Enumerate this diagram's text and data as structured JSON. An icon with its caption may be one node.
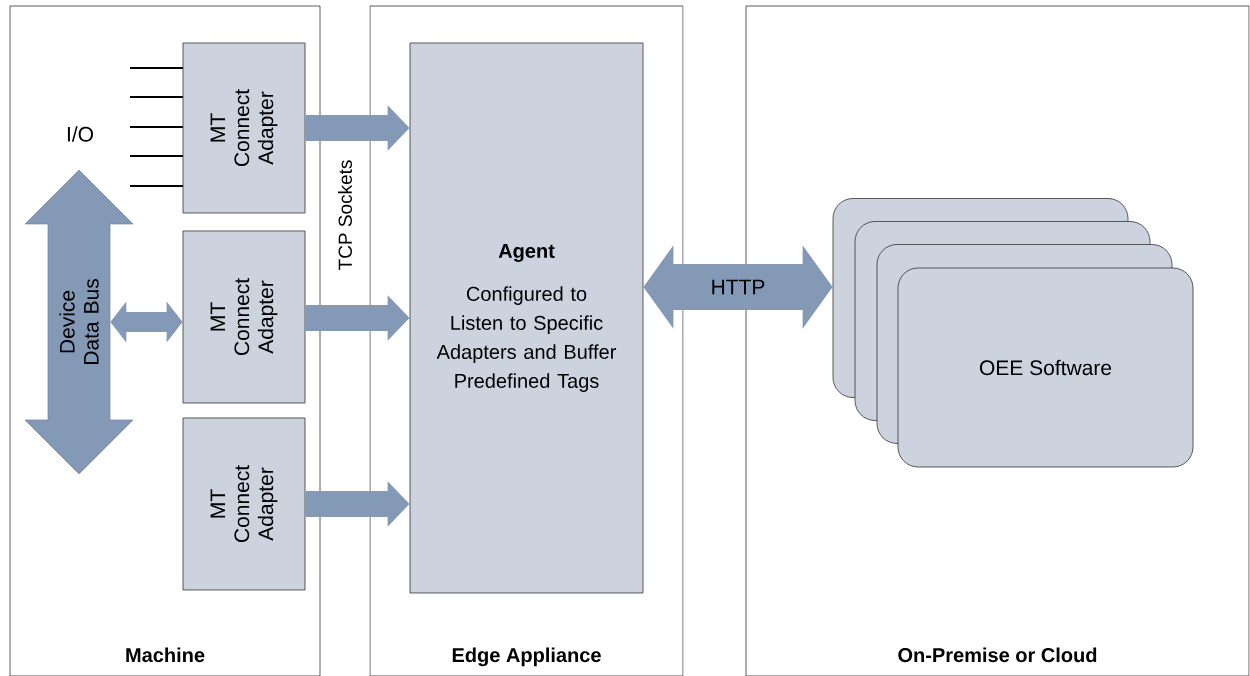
{
  "diagram": {
    "nodes": [
      {
        "text": [
          "Machine"
        ]
      },
      {
        "text": [
          "Edge Appliance"
        ]
      },
      {
        "text": [
          "On-Premise or Cloud"
        ]
      },
      {
        "text": [
          "MT Connect Adapter"
        ],
        "in": 0
      },
      {
        "text": [
          "MT Connect Adapter"
        ],
        "in": 0
      },
      {
        "text": [
          "MT Connect Adapter"
        ],
        "in": 0
      },
      {
        "text": [
          "Device Data Bus"
        ],
        "in": 0
      },
      {
        "text": [
          "Agent",
          "Configured to Listen to Specific Adapters and Buffer Predefined Tags"
        ],
        "in": 1
      },
      {
        "text": [
          "OEE Software"
        ],
        "in": 2
      }
    ],
    "edges": [
      {
        "from": 3,
        "to": 7,
        "arrow": "to"
      },
      {
        "from": 4,
        "to": 7,
        "arrow": "to"
      },
      {
        "from": 5,
        "to": 7,
        "arrow": "to"
      },
      {
        "from": 6,
        "to": 4,
        "arrow": "both"
      },
      {
        "from": 7,
        "to": 8,
        "arrow": "both",
        "label": "HTTP"
      }
    ],
    "labels": [
      "I/O",
      "TCP Sockets"
    ]
  }
}
